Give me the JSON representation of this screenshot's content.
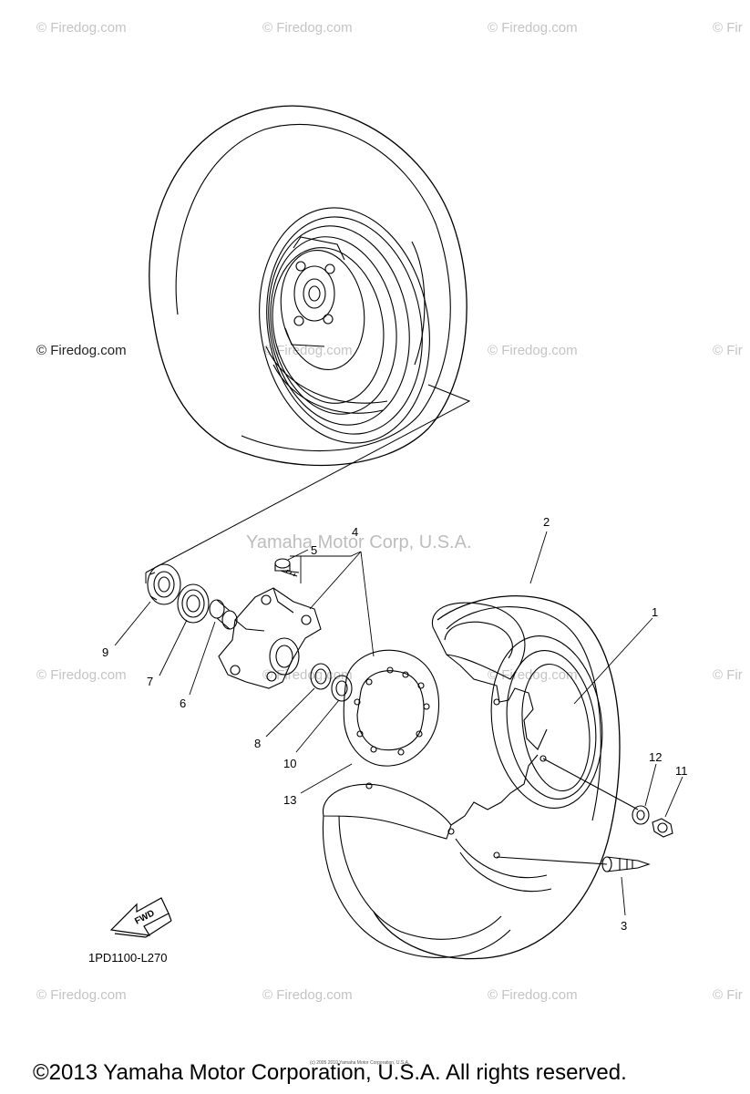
{
  "watermarks": [
    "© Firedog.com",
    "© Firedog.com",
    "© Firedog.com",
    "© Fir",
    "© Firedog.com",
    "© Firedog.com",
    "© Firedog.com",
    "© Fir",
    "© Firedog.com",
    "© Firedog.com",
    "© Firedog.com",
    "© Fir",
    "© Firedog.com",
    "© Firedog.com",
    "© Firedog.com",
    "© Fir"
  ],
  "center_watermark": "Yamaha Motor Corp, U.S.A.",
  "callouts": {
    "p1": "1",
    "p2": "2",
    "p3": "3",
    "p4": "4",
    "p5": "5",
    "p6": "6",
    "p7": "7",
    "p8": "8",
    "p9": "9",
    "p10": "10",
    "p11": "11",
    "p12": "12",
    "p13": "13"
  },
  "fwd_label": "FWD",
  "diagram_code": "1PD1100-L270",
  "tiny_credit": "(c) 2005 2010 Yamaha Motor Corporation, U.S.A.",
  "copyright": "©2013 Yamaha Motor Corporation, U.S.A. All rights reserved."
}
